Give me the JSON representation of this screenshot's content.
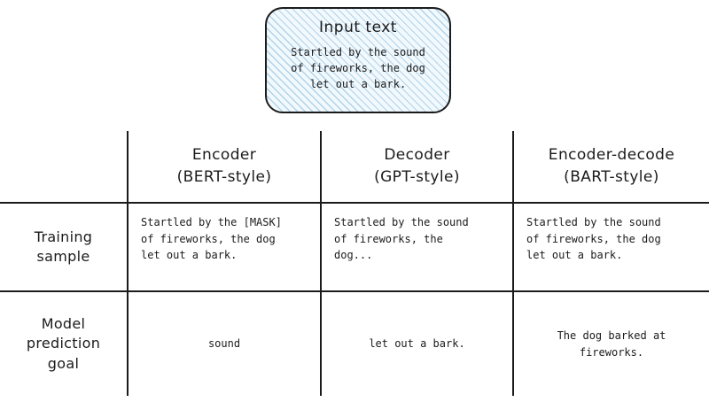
{
  "colors": {
    "ink": "#1b1b1b",
    "hatch_blue": "#79b2d9",
    "hatch_background": "#f2f9fd"
  },
  "input_box": {
    "title": "Input text",
    "text": "Startled by the sound\nof fireworks, the dog\nlet out a bark."
  },
  "table": {
    "columns": [
      {
        "title": "Encoder\n(BERT-style)"
      },
      {
        "title": "Decoder\n(GPT-style)"
      },
      {
        "title": "Encoder-decode\n(BART-style)"
      }
    ],
    "rows": [
      {
        "label": "Training\nsample",
        "encoder": "Startled by the [MASK]\nof fireworks, the dog\nlet out a bark.",
        "decoder": "Startled by the sound\nof fireworks, the\ndog...",
        "encoder_decoder": "Startled by the sound\nof fireworks, the dog\nlet out a bark."
      },
      {
        "label": "Model\nprediction\ngoal",
        "encoder": "sound",
        "decoder": "let out a bark.",
        "encoder_decoder": "The dog barked at\nfireworks."
      }
    ]
  }
}
